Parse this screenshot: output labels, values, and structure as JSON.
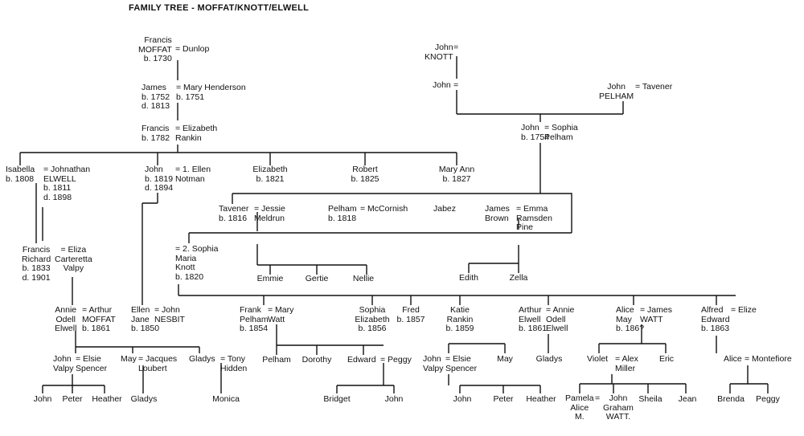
{
  "title": "FAMILY TREE - MOFFAT/KNOTT/ELWELL",
  "ink_color": "#111111",
  "background_color": "#ffffff",
  "labels": {
    "francis_moffat": "Francis\nMOFFAT\nb. 1730",
    "dunlop": "= Dunlop",
    "james": "James\nb. 1752\nd. 1813",
    "mary_henderson": "= Mary Henderson\nb. 1751",
    "francis_1782": "Francis\nb. 1782",
    "elizabeth_rankin": "= Elizabeth\nRankin",
    "isabella": "Isabella\nb. 1808",
    "johnathan_elwell": "= Johnathan\nELWELL\nb. 1811\nd. 1898",
    "john_1819": "John\nb. 1819\nd. 1894",
    "ellen_notman": "= 1. Ellen\nNotman",
    "elizabeth_1821": "Elizabeth\nb. 1821",
    "robert_1825": "Robert\nb. 1825",
    "mary_ann_1827": "Mary Ann\nb. 1827",
    "john_knott": "John\nKNOTT",
    "john_knott_eq": "=",
    "john_jr": "John",
    "john_jr_eq": "=",
    "john_pelham": "John\nPELHAM",
    "tavener_top": "= Tavener",
    "john_1754": "John\nb. 1754",
    "sophia_pelham": "= Sophia\nPelham",
    "tavener_1816": "Tavener\nb. 1816",
    "jessie_meldrun": "= Jessie\nMeldrun",
    "pelham_1818": "Pelham\nb. 1818",
    "mccornish": "= McCornish",
    "jabez": "Jabez",
    "james_brown": "James\nBrown",
    "emma_ramsden": "= Emma\nRamsden\nPine",
    "sophia_knott": "= 2. Sophia\nMaria\nKnott\nb. 1820",
    "emmie": "Emmie",
    "gertie": "Gertie",
    "nellie": "Nellie",
    "edith": "Edith",
    "zella": "Zella",
    "francis_richard": "Francis\nRichard\nb. 1833\nd. 1901",
    "eliza_valpy": "= Eliza\nCarteretta\nValpy",
    "annie_odell_1": "Annie\nOdell\nElwell",
    "arthur_moffat": "= Arthur\nMOFFAT\nb. 1861",
    "ellen_jane": "Ellen\nJane\nb. 1850",
    "john_nesbit": "= John\nNESBIT",
    "frank_pelham": "Frank\nPelham\nb. 1854",
    "mary_watt": "= Mary\nWatt",
    "sophia_elizabeth": "Sophia\nElizabeth\nb. 1856",
    "fred": "Fred\nb. 1857",
    "katie_rankin": "Katie\nRankin\nb. 1859",
    "arthur_elwell": "Arthur\nElwell\nb. 1861",
    "annie_odell_2": "= Annie\nOdell\nElwell",
    "alice_may": "Alice\nMay\nb. 186?",
    "james_watt": "= James\nWATT",
    "alfred_edward": "Alfred\nEdward\nb. 1863",
    "elize": "= Elize",
    "john_valpy_1": "John\nValpy",
    "elsie_spencer_1": "= Elsie\nSpencer",
    "may_1": "May",
    "jacques_loubert": "= Jacques\nLoubert",
    "gladys_1": "Gladys",
    "tony_hidden": "= Tony\nHidden",
    "pelham_gc": "Pelham",
    "dorothy": "Dorothy",
    "edward": "Edward",
    "peggy_1": "= Peggy",
    "john_valpy_2": "John\nValpy",
    "elsie_spencer_2": "= Elsie\nSpencer",
    "may_2": "May",
    "gladys_2": "Gladys",
    "violet": "Violet",
    "alex_miller": "= Alex\nMiller",
    "eric": "Eric",
    "alice_2": "Alice",
    "montefiore": "= Montefiore",
    "john_1": "John",
    "peter_1": "Peter",
    "heather_1": "Heather",
    "gladys_3": "Gladys",
    "monica": "Monica",
    "bridget": "Bridget",
    "john_2": "John",
    "john_3": "John",
    "peter_2": "Peter",
    "heather_2": "Heather",
    "pamela": "Pamela\nAlice\nM.",
    "pamela_eq": "=",
    "john_graham_watt": "John\nGraham\nWATT.",
    "sheila": "Sheila",
    "jean": "Jean",
    "brenda": "Brenda",
    "peggy_2": "Peggy"
  }
}
